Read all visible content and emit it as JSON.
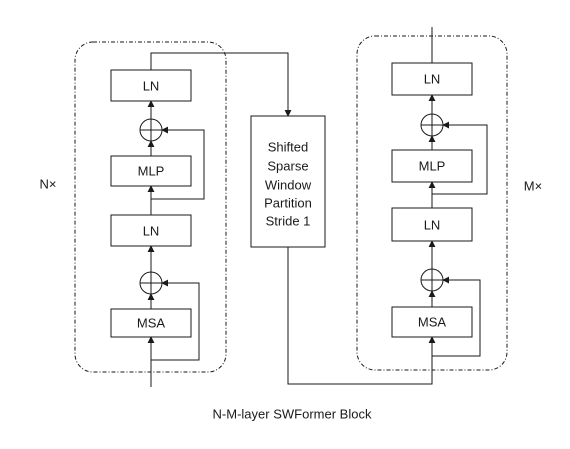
{
  "left_block": {
    "multiplier": "N×",
    "top_norm": "LN",
    "mlp": "MLP",
    "mid_norm": "LN",
    "attention": "MSA"
  },
  "middle_block": {
    "lines": [
      "Shifted",
      "Sparse",
      "Window",
      "Partition",
      "Stride 1"
    ]
  },
  "right_block": {
    "multiplier": "M×",
    "top_norm": "LN",
    "mlp": "MLP",
    "mid_norm": "LN",
    "attention": "MSA"
  },
  "caption": "N-M-layer SWFormer Block"
}
